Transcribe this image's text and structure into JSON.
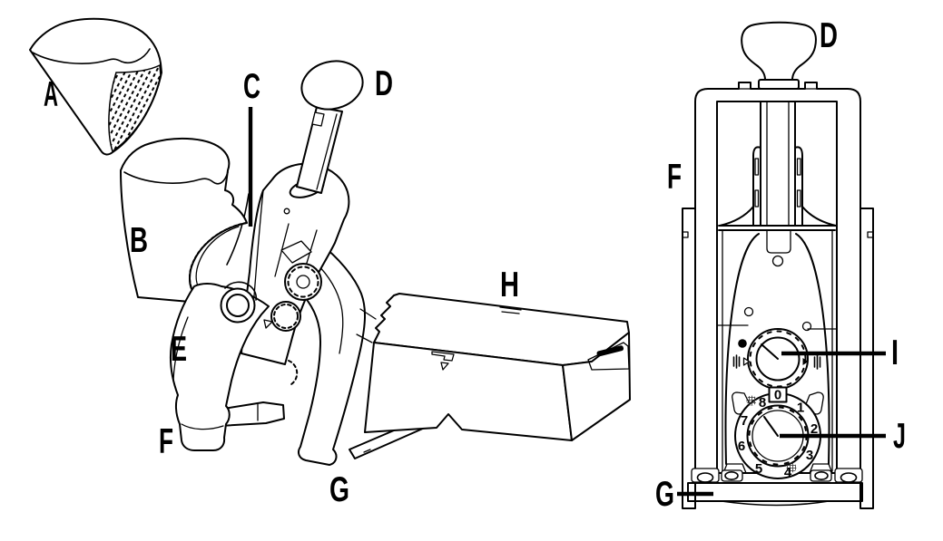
{
  "colors": {
    "background": "#ffffff",
    "line": "#000000"
  },
  "left_view": {
    "labels": {
      "pusher": "A",
      "hopper": "B",
      "insert": "C",
      "plunger": "D",
      "knob": "E",
      "front_foot": "F",
      "rear_foot": "G",
      "container": "H"
    }
  },
  "right_view": {
    "labels": {
      "plunger": "D",
      "frame": "F",
      "base": "G",
      "upper_dial": "I",
      "lower_dial": "J"
    },
    "lower_dial": {
      "numbers": [
        "0",
        "1",
        "2",
        "3",
        "4",
        "5",
        "6",
        "7",
        "8"
      ]
    }
  }
}
